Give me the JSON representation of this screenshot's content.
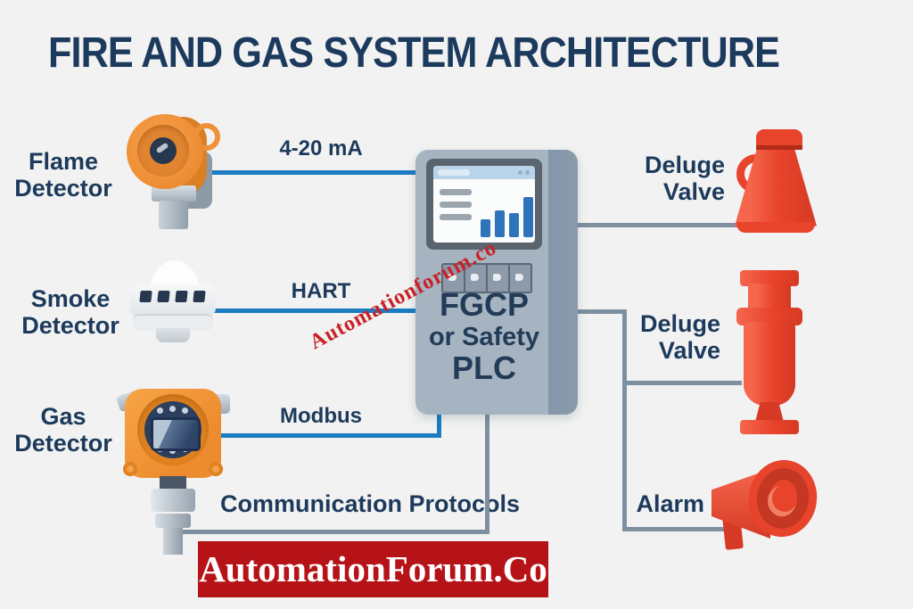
{
  "title": "FIRE AND GAS SYSTEM ARCHITECTURE",
  "watermark": "Automationforum.co",
  "inputs": [
    {
      "label1": "Flame",
      "label2": "Detector",
      "protocol": "4-20 mA"
    },
    {
      "label1": "Smoke",
      "label2": "Detector",
      "protocol": "HART"
    },
    {
      "label1": "Gas",
      "label2": "Detector",
      "protocol": "Modbus"
    }
  ],
  "controller": {
    "line1": "FGCP",
    "line2": "or Safety",
    "line3": "PLC"
  },
  "outputs": [
    {
      "label1": "Deluge",
      "label2": "Valve"
    },
    {
      "label1": "Deluge",
      "label2": "Valve"
    },
    {
      "label1": "Alarm",
      "label2": ""
    }
  ],
  "footer": {
    "protocols_label": "Communication Protocols",
    "brand": "AutomationForum.Co"
  },
  "colors": {
    "navy": "#1d3a5c",
    "line_blue": "#1b7cc2",
    "line_gray": "#7e90a0",
    "device_red": "#e8432b",
    "banner_red": "#b61318",
    "detector_orange": "#f0923c",
    "plc_gray": "#a6b3c0"
  }
}
